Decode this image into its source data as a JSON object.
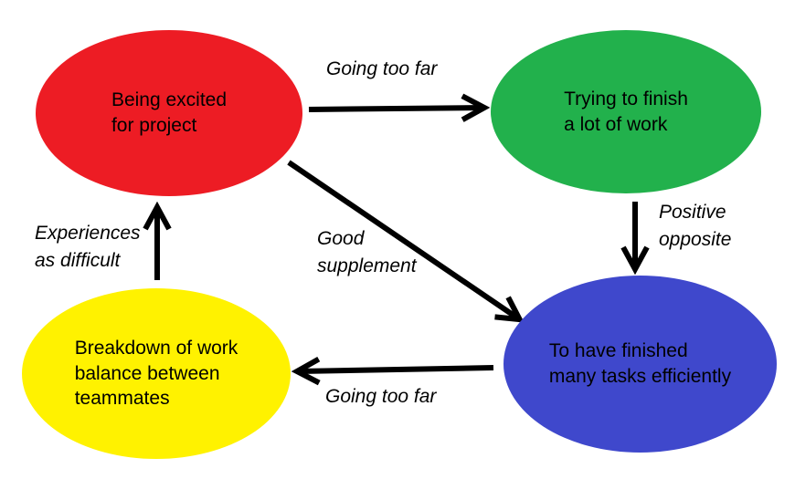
{
  "diagram": {
    "background_color": "#ffffff",
    "arrow_color": "#000000",
    "text_color": "#000000",
    "nodes": {
      "excited": {
        "label": "Being excited\nfor project",
        "color": "#ed1c24"
      },
      "trying": {
        "label": "Trying to finish\na lot of work",
        "color": "#22b14c"
      },
      "finished": {
        "label": "To have finished\nmany tasks efficiently",
        "color": "#3f48cc"
      },
      "breakdown": {
        "label": "Breakdown of work\nbalance between\nteammates",
        "color": "#fff200"
      }
    },
    "edges": {
      "excited_to_trying": {
        "label": "Going too far"
      },
      "trying_to_finished": {
        "label": "Positive\nopposite"
      },
      "excited_to_finished": {
        "label": "Good\nsupplement"
      },
      "finished_to_breakdown": {
        "label": "Going too far"
      },
      "breakdown_to_excited": {
        "label": "Experiences\nas difficult"
      }
    }
  }
}
